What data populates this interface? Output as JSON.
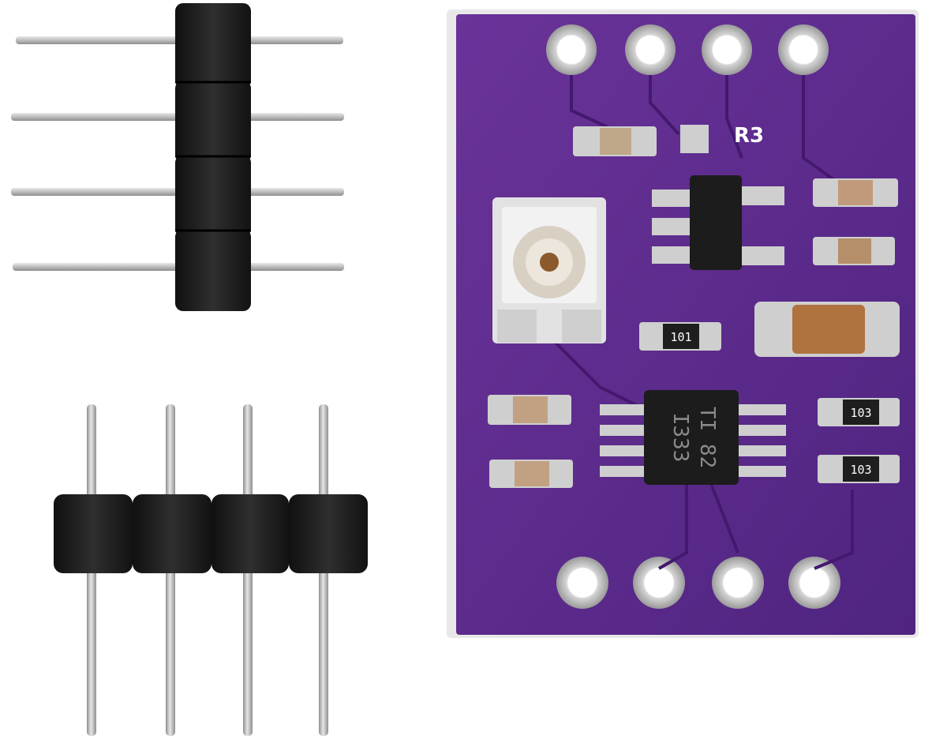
{
  "photo": {
    "background_color": "#ffffff",
    "board_color": "#5a2a8c",
    "silkscreen_color": "#ffffff",
    "pad_color": "#c9c9c9",
    "header_color": "#1f1f1f",
    "pin_color": "#c8c8c8"
  },
  "board": {
    "silkscreen_label": "R3",
    "resistor_code_1": "101",
    "resistor_code_2": "103",
    "resistor_code_3": "103",
    "ic_marking_line_1": "TI 82",
    "ic_marking_line_2": "I333"
  }
}
